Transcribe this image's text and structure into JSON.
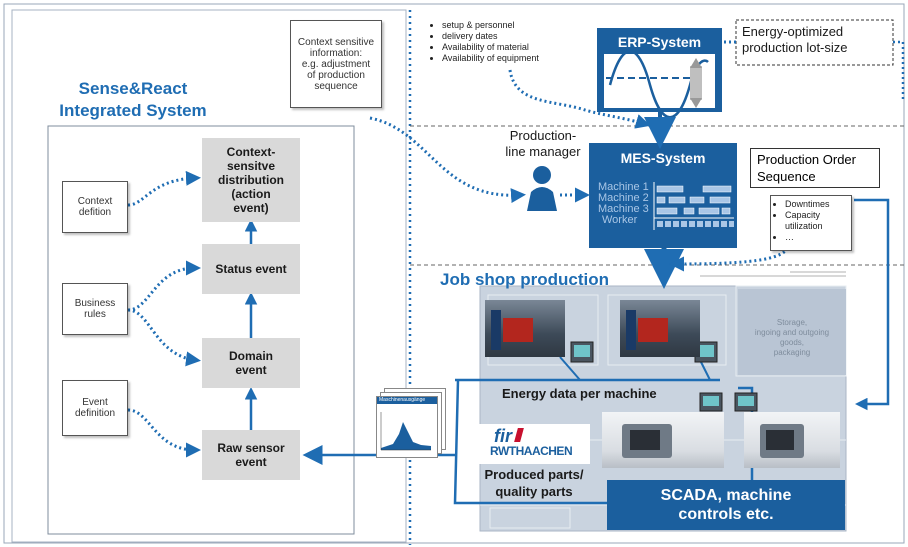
{
  "colors": {
    "accent": "#1f6db3",
    "dark_blue": "#1b5f9e",
    "process_gray": "#d9d9d9",
    "factory_bg": "#c9d3df"
  },
  "left_panel": {
    "title_line1": "Sense&React",
    "title_line2": "Integrated System",
    "context_note_line1": "Context sensitive",
    "context_note_line2": "information:",
    "context_note_line3": "e.g. adjustment",
    "context_note_line4": "of production",
    "context_note_line5": "sequence",
    "definitions": {
      "context_line1": "Context",
      "context_line2": "defition",
      "business_line1": "Business",
      "business_line2": "rules",
      "event_line1": "Event",
      "event_line2": "definition"
    },
    "process": {
      "context_line1": "Context-",
      "context_line2": "sensitve",
      "context_line3": "distribution",
      "context_line4": "(action",
      "context_line5": "event)",
      "status": "Status event",
      "domain_line1": "Domain",
      "domain_line2": "event",
      "raw_line1": "Raw sensor",
      "raw_line2": "event"
    },
    "sheet_title": "Maschinenausgänge"
  },
  "right_panel": {
    "erp_bullets": [
      "setup & personnel",
      "delivery dates",
      "Availability of material",
      "Availability of equipment"
    ],
    "erp_title": "ERP-System",
    "energy_lot_line1": "Energy-optimized",
    "energy_lot_line2": "production lot-size",
    "manager_line1": "Production-",
    "manager_line2": "line manager",
    "mes_title": "MES-System",
    "mes_rows": [
      "Machine 1",
      "Machine 2",
      "Machine 3",
      "Worker"
    ],
    "order_seq_line1": "Production Order",
    "order_seq_line2": "Sequence",
    "downtime_bullets": [
      "Downtimes",
      "Capacity utilization",
      "…"
    ],
    "jobshop_title": "Job shop production",
    "storage_line1": "Storage,",
    "storage_line2": "ingoing and outgoing",
    "storage_line3": "goods,",
    "storage_line4": "packaging",
    "energy_data": "Energy data per machine",
    "logo_fir": "fir",
    "logo_rwth": "RWTHAACHEN",
    "produced_line1": "Produced parts/",
    "produced_line2": "quality parts",
    "scada_line1": "SCADA,  machine",
    "scada_line2": "controls etc."
  }
}
